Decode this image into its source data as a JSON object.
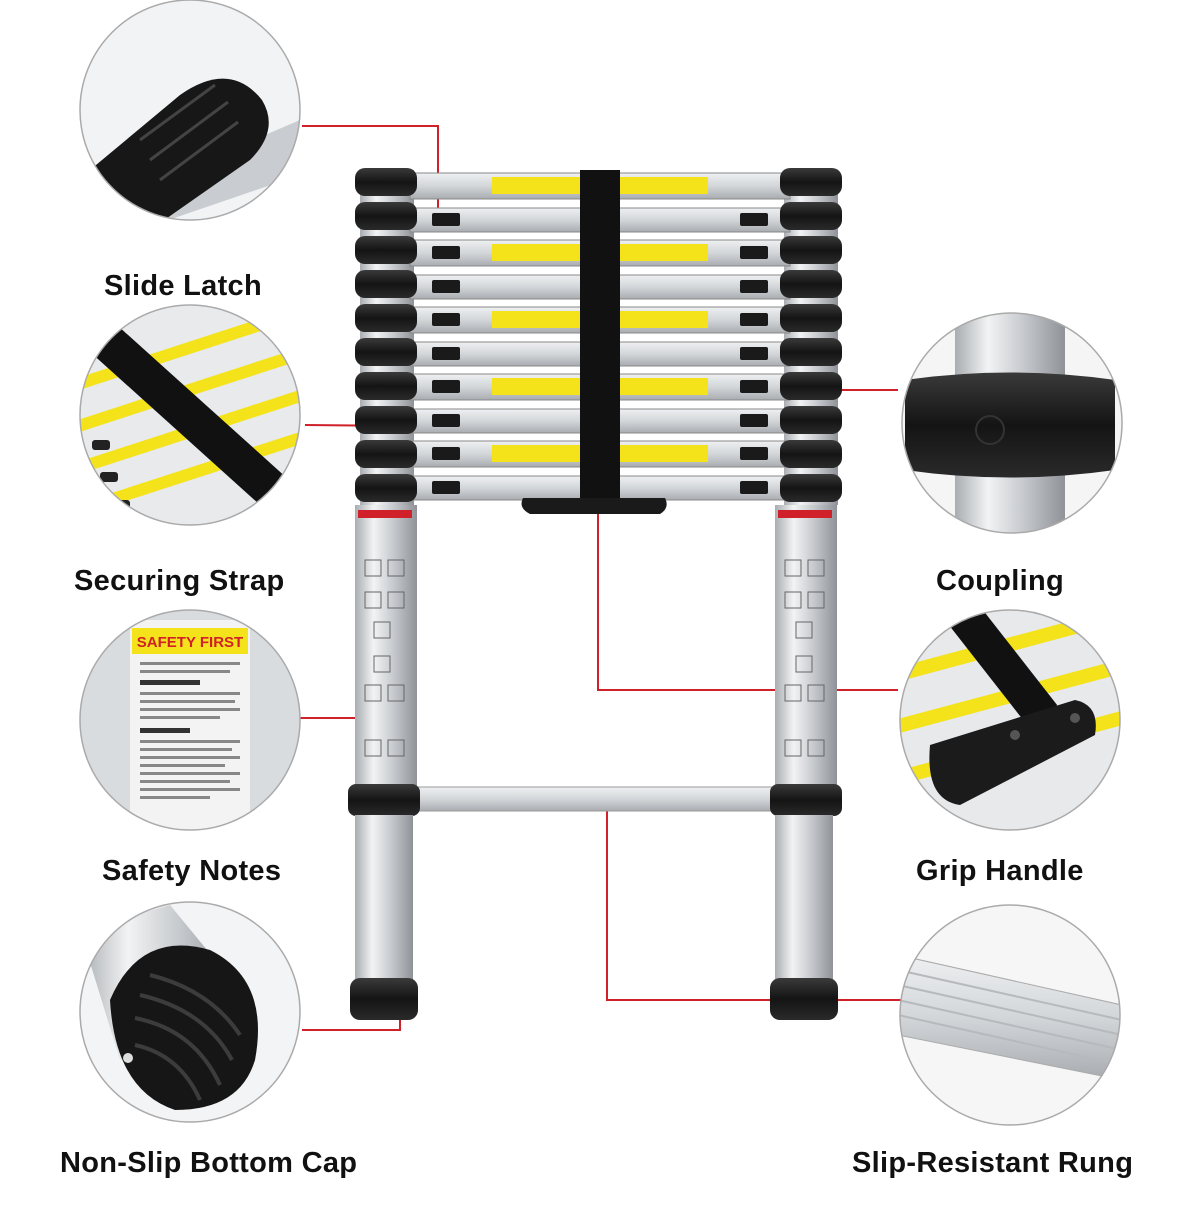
{
  "labels": {
    "slide_latch": "Slide Latch",
    "securing_strap": "Securing Strap",
    "safety_notes": "Safety Notes",
    "non_slip_bottom_cap": "Non-Slip Bottom Cap",
    "coupling": "Coupling",
    "grip_handle": "Grip Handle",
    "slip_resistant_rung": "Slip-Resistant Rung"
  },
  "safety_sign": "SAFETY FIRST",
  "colors": {
    "callout_line": "#d0202a",
    "rubber": "#1b1b1b",
    "aluminum": "#d6d9dc",
    "warning_yellow": "#f4e31a",
    "label_text": "#111111"
  }
}
